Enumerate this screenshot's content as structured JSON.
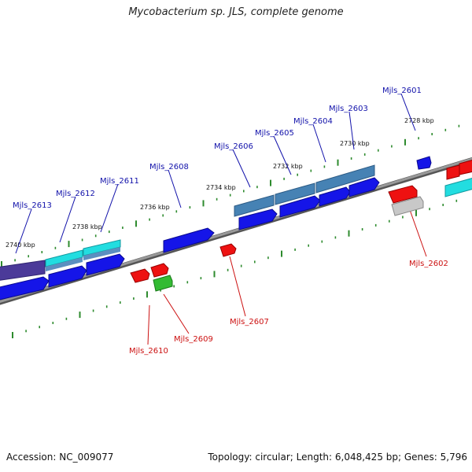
{
  "title": "Mycobacterium sp. JLS, complete genome",
  "accession": "Accession: NC_009077",
  "stats": "Topology: circular; Length: 6,048,425 bp; Genes: 5,796",
  "colors": {
    "backbone": "#888888",
    "tick": "#2e8b2e",
    "label_forward": "#1111aa",
    "label_reverse": "#cc1111",
    "gene_blue": "#1515e8",
    "gene_steel": "#4682b4",
    "gene_cyan": "#22dde0",
    "gene_indigo": "#4b3a99",
    "gene_red": "#ee1111",
    "gene_green": "#33bb33",
    "gene_gray": "#c8c8c8"
  },
  "ruler": [
    "2728 kbp",
    "2730 kbp",
    "2732 kbp",
    "2734 kbp",
    "2736 kbp",
    "2738 kbp",
    "2740 kbp"
  ],
  "genes_forward": [
    "Mjls_2601",
    "Mjls_2603",
    "Mjls_2604",
    "Mjls_2605",
    "Mjls_2606",
    "Mjls_2608",
    "Mjls_2611",
    "Mjls_2612",
    "Mjls_2613"
  ],
  "genes_reverse": [
    "Mjls_2602",
    "Mjls_2607",
    "Mjls_2609",
    "Mjls_2610"
  ]
}
